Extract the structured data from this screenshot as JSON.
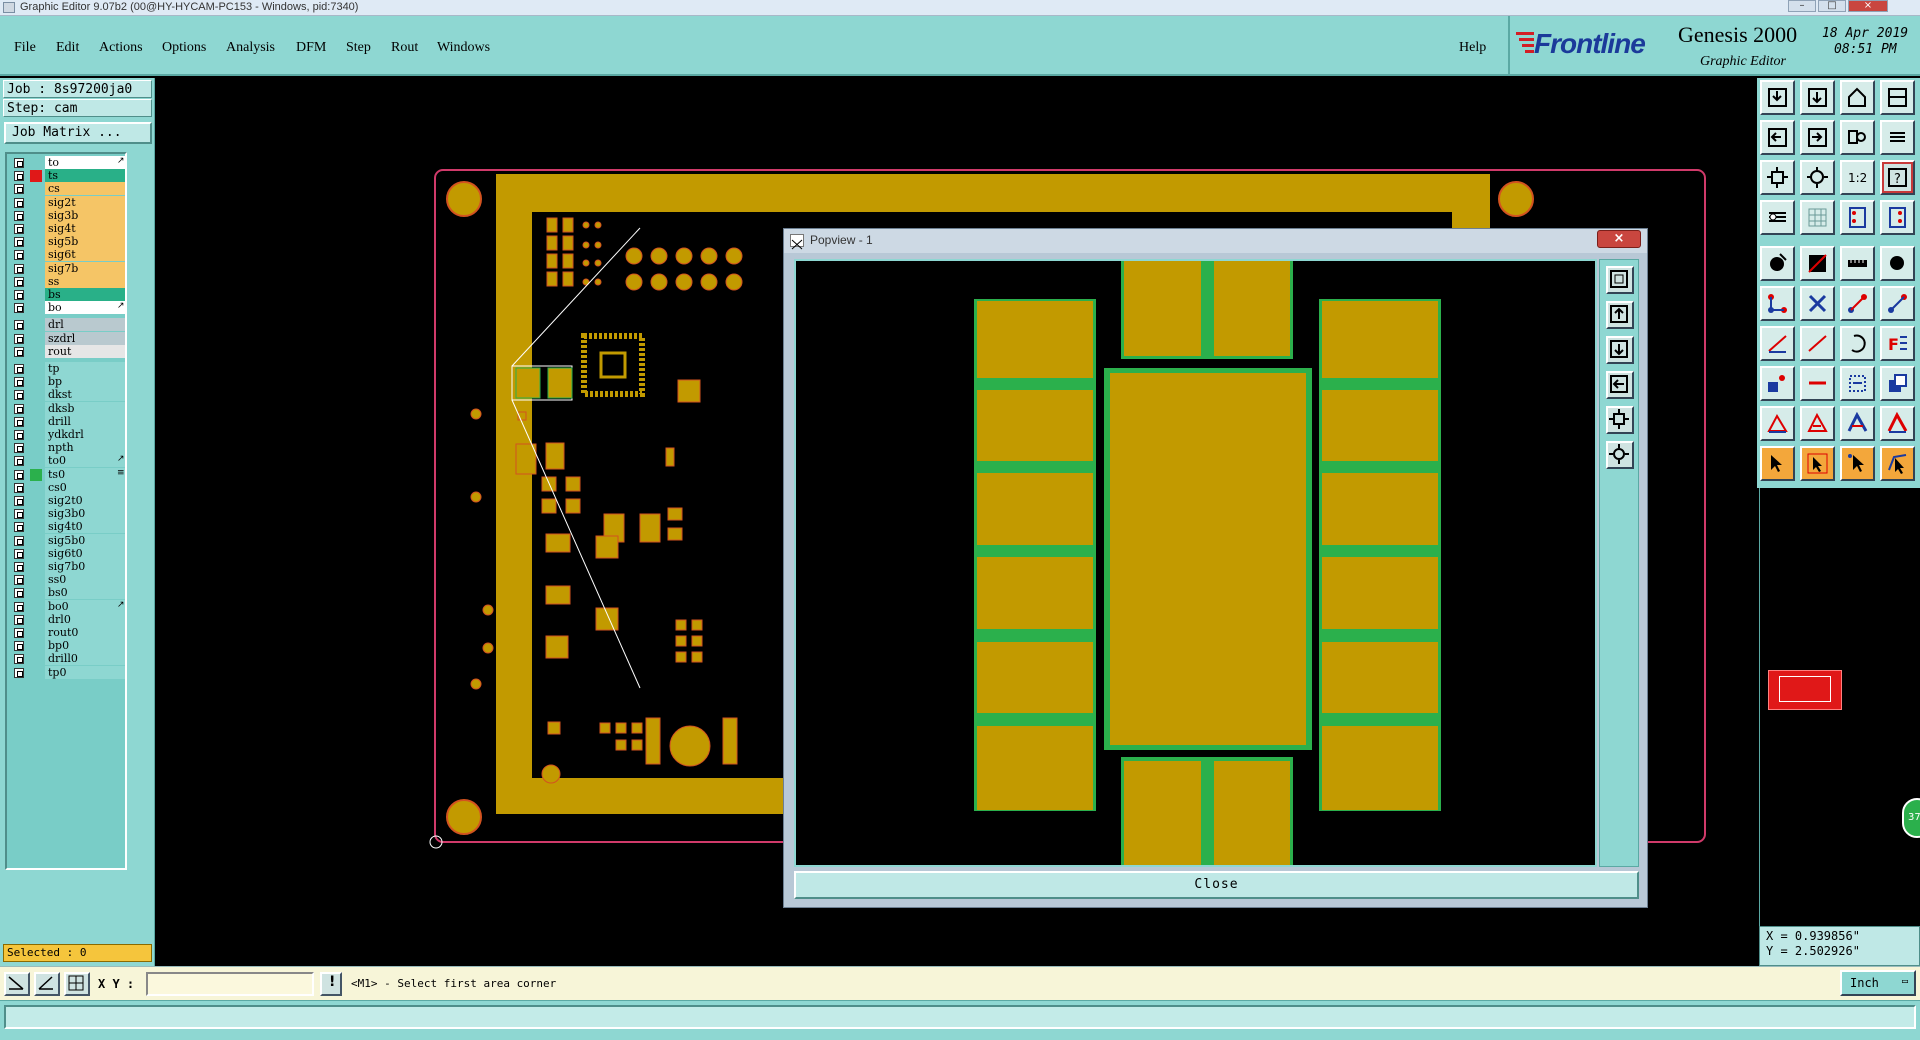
{
  "window": {
    "title": "Graphic Editor 9.07b2 (00@HY-HYCAM-PC153 - Windows, pid:7340)",
    "minimize_label": "–",
    "maximize_label": "□",
    "close_label": "×"
  },
  "menu": {
    "items": [
      "File",
      "Edit",
      "Actions",
      "Options",
      "Analysis",
      "DFM",
      "Step",
      "Rout",
      "Windows"
    ],
    "help": "Help"
  },
  "branding": {
    "logo": "Frontline",
    "product": "Genesis 2000",
    "subtitle": "Graphic Editor",
    "date": "18 Apr 2019",
    "time": "08:51 PM"
  },
  "job": {
    "job_label": "Job : 8s97200ja0",
    "step_label": "Step: cam",
    "job_matrix_button": "Job Matrix ..."
  },
  "layers": [
    {
      "name": "to",
      "color": "#ffffff",
      "swatch": "",
      "arrow": "↗"
    },
    {
      "name": "ts",
      "color": "#29b088",
      "swatch": "#e01818",
      "arrow": ""
    },
    {
      "name": "cs",
      "color": "#f5c566",
      "swatch": "",
      "arrow": ""
    },
    {
      "name": "sig2t",
      "color": "#f5c566",
      "swatch": "",
      "arrow": ""
    },
    {
      "name": "sig3b",
      "color": "#f5c566",
      "swatch": "",
      "arrow": ""
    },
    {
      "name": "sig4t",
      "color": "#f5c566",
      "swatch": "",
      "arrow": ""
    },
    {
      "name": "sig5b",
      "color": "#f5c566",
      "swatch": "",
      "arrow": ""
    },
    {
      "name": "sig6t",
      "color": "#f5c566",
      "swatch": "",
      "arrow": ""
    },
    {
      "name": "sig7b",
      "color": "#f5c566",
      "swatch": "",
      "arrow": ""
    },
    {
      "name": "ss",
      "color": "#f5c566",
      "swatch": "",
      "arrow": ""
    },
    {
      "name": "bs",
      "color": "#29b088",
      "swatch": "",
      "arrow": ""
    },
    {
      "name": "bo",
      "color": "#ffffff",
      "swatch": "",
      "arrow": "↗"
    },
    {
      "name": "drl",
      "color": "#b9c9cf",
      "swatch": "",
      "arrow": ""
    },
    {
      "name": "szdrl",
      "color": "#b9c9cf",
      "swatch": "",
      "arrow": ""
    },
    {
      "name": "rout",
      "color": "#e6e6e6",
      "swatch": "",
      "arrow": ""
    },
    {
      "name": "tp",
      "color": "#8ed7d2",
      "swatch": "",
      "arrow": ""
    },
    {
      "name": "bp",
      "color": "#8ed7d2",
      "swatch": "",
      "arrow": ""
    },
    {
      "name": "dkst",
      "color": "#8ed7d2",
      "swatch": "",
      "arrow": ""
    },
    {
      "name": "dksb",
      "color": "#8ed7d2",
      "swatch": "",
      "arrow": ""
    },
    {
      "name": "drill",
      "color": "#8ed7d2",
      "swatch": "",
      "arrow": ""
    },
    {
      "name": "ydkdrl",
      "color": "#8ed7d2",
      "swatch": "",
      "arrow": ""
    },
    {
      "name": "npth",
      "color": "#8ed7d2",
      "swatch": "",
      "arrow": ""
    },
    {
      "name": "to0",
      "color": "#8ed7d2",
      "swatch": "",
      "arrow": "↗"
    },
    {
      "name": "ts0",
      "color": "#8ed7d2",
      "swatch": "#2bb04c",
      "arrow": "≡"
    },
    {
      "name": "cs0",
      "color": "#8ed7d2",
      "swatch": "",
      "arrow": ""
    },
    {
      "name": "sig2t0",
      "color": "#8ed7d2",
      "swatch": "",
      "arrow": ""
    },
    {
      "name": "sig3b0",
      "color": "#8ed7d2",
      "swatch": "",
      "arrow": ""
    },
    {
      "name": "sig4t0",
      "color": "#8ed7d2",
      "swatch": "",
      "arrow": ""
    },
    {
      "name": "sig5b0",
      "color": "#8ed7d2",
      "swatch": "",
      "arrow": ""
    },
    {
      "name": "sig6t0",
      "color": "#8ed7d2",
      "swatch": "",
      "arrow": ""
    },
    {
      "name": "sig7b0",
      "color": "#8ed7d2",
      "swatch": "",
      "arrow": ""
    },
    {
      "name": "ss0",
      "color": "#8ed7d2",
      "swatch": "",
      "arrow": ""
    },
    {
      "name": "bs0",
      "color": "#8ed7d2",
      "swatch": "",
      "arrow": ""
    },
    {
      "name": "bo0",
      "color": "#8ed7d2",
      "swatch": "",
      "arrow": "↗"
    },
    {
      "name": "drl0",
      "color": "#8ed7d2",
      "swatch": "",
      "arrow": ""
    },
    {
      "name": "rout0",
      "color": "#8ed7d2",
      "swatch": "",
      "arrow": ""
    },
    {
      "name": "bp0",
      "color": "#8ed7d2",
      "swatch": "",
      "arrow": ""
    },
    {
      "name": "drill0",
      "color": "#8ed7d2",
      "swatch": "",
      "arrow": ""
    },
    {
      "name": "tp0",
      "color": "#8ed7d2",
      "swatch": "",
      "arrow": ""
    }
  ],
  "selected_label": "Selected : 0",
  "popview": {
    "title": "Popview - 1",
    "close_x": "×",
    "close_button": "Close"
  },
  "coords": {
    "x_label": "X = 0.939856\"",
    "y_label": "Y = 2.502926\""
  },
  "command": {
    "xy_label": "X Y :",
    "input_value": "",
    "prompt": "<M1> - Select first area corner",
    "units": "Inch"
  },
  "minimap_badge": "37",
  "colors": {
    "panel": "#8ed7d2",
    "copper": "#c29a00",
    "mask": "#2bb04c",
    "board_outline": "#d03a6a"
  }
}
